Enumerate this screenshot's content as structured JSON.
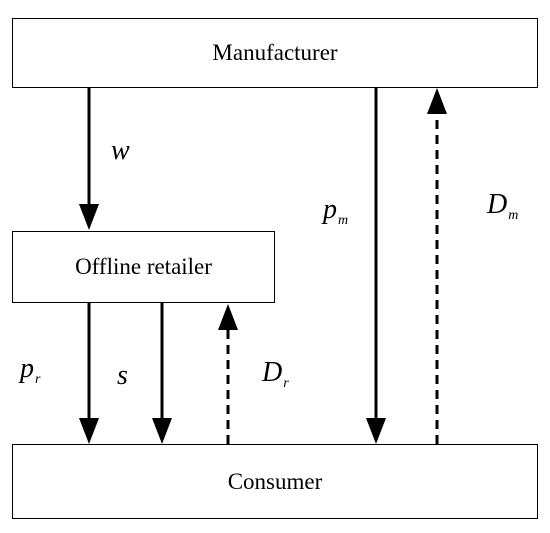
{
  "nodes": {
    "manufacturer": "Manufacturer",
    "retailer": "Offline retailer",
    "consumer": "Consumer"
  },
  "flows": {
    "wholesale_price": {
      "symbol": "w",
      "subscript": ""
    },
    "direct_price": {
      "symbol": "p",
      "subscript": "m"
    },
    "direct_demand": {
      "symbol": "D",
      "subscript": "m"
    },
    "retail_price": {
      "symbol": "p",
      "subscript": "r"
    },
    "service": {
      "symbol": "s",
      "subscript": ""
    },
    "retail_demand": {
      "symbol": "D",
      "subscript": "r"
    }
  },
  "edges": [
    {
      "from": "manufacturer",
      "to": "retailer",
      "label": "wholesale_price",
      "style": "solid"
    },
    {
      "from": "manufacturer",
      "to": "consumer",
      "label": "direct_price",
      "style": "solid"
    },
    {
      "from": "consumer",
      "to": "manufacturer",
      "label": "direct_demand",
      "style": "dashed"
    },
    {
      "from": "retailer",
      "to": "consumer",
      "label": "retail_price",
      "style": "solid"
    },
    {
      "from": "retailer",
      "to": "consumer",
      "label": "service",
      "style": "solid"
    },
    {
      "from": "consumer",
      "to": "retailer",
      "label": "retail_demand",
      "style": "dashed"
    }
  ],
  "colors": {
    "line": "#000000",
    "background": "#ffffff"
  }
}
